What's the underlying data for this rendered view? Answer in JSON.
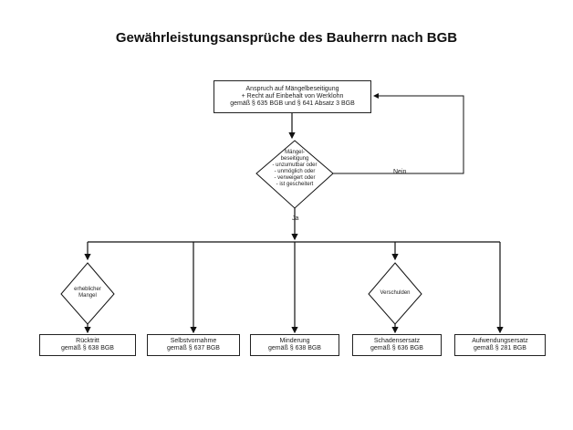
{
  "title": "Gewährleistungsansprüche des Bauherrn nach BGB",
  "top_box": {
    "line1": "Anspruch auf Mängelbeseitigung",
    "line2": "+ Recht auf Einbehalt von Werklohn",
    "line3": "gemäß § 635 BGB und § 641 Absatz 3 BGB"
  },
  "decision": {
    "line1": "Mängel-",
    "line2": "beseitigung",
    "line3": "- unzumutbar oder",
    "line4": "- unmöglich oder",
    "line5": "- verweigert oder",
    "line6": "- ist gescheitert"
  },
  "no_label": "Nein",
  "yes_label": "Ja",
  "diamond_left": {
    "line1": "erheblicher",
    "line2": "Mangel"
  },
  "diamond_right": {
    "line1": "Verschulden"
  },
  "outcomes": [
    {
      "name": "Rücktritt",
      "ref": "gemäß § 638 BGB"
    },
    {
      "name": "Selbstvornahme",
      "ref": "gemäß § 637 BGB"
    },
    {
      "name": "Minderung",
      "ref": "gemäß § 638 BGB"
    },
    {
      "name": "Schadensersatz",
      "ref": "gemäß § 636 BGB"
    },
    {
      "name": "Aufwendungsersatz",
      "ref": "gemäß § 281 BGB"
    }
  ]
}
